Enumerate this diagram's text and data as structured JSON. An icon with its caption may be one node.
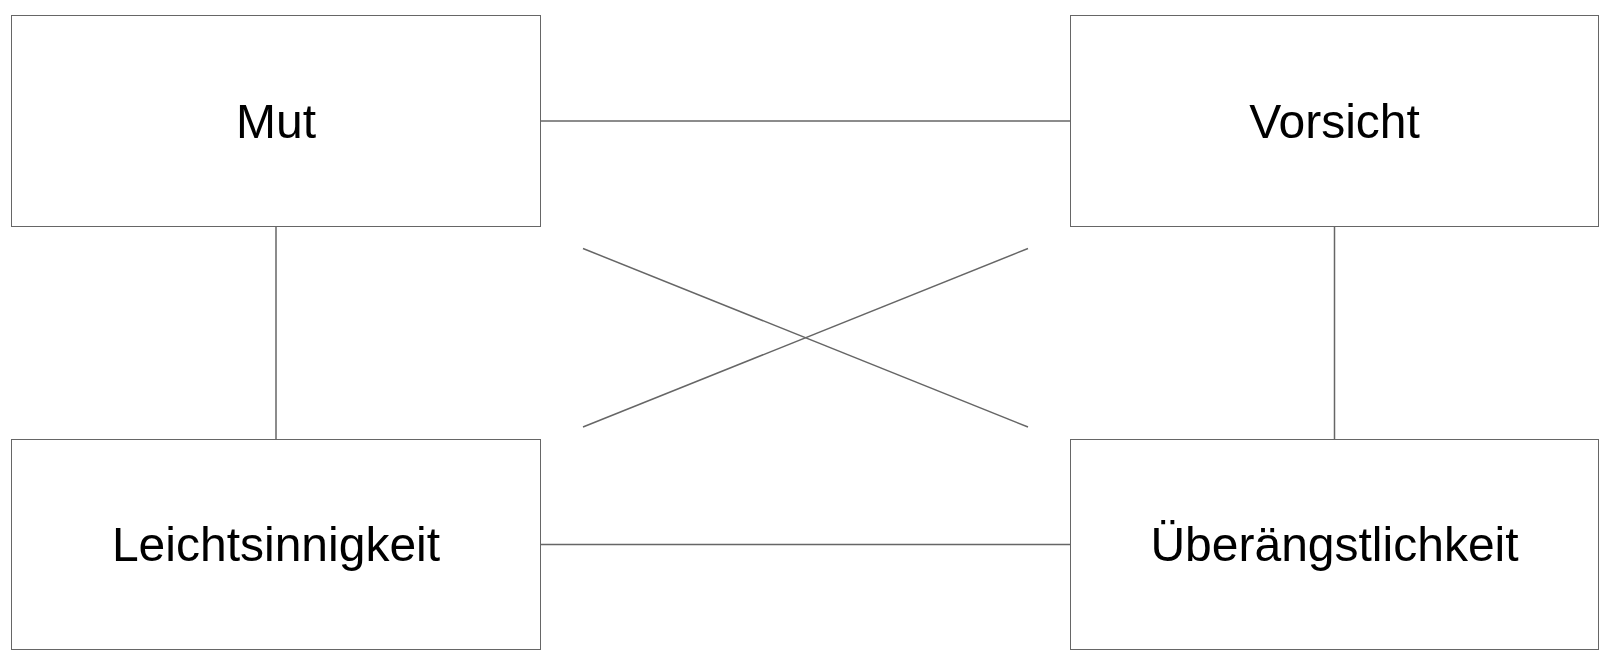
{
  "diagram": {
    "nodes": [
      {
        "text": [
          "Mut"
        ]
      },
      {
        "text": [
          "Vorsicht"
        ]
      },
      {
        "text": [
          "Leichtsinnigkeit"
        ]
      },
      {
        "text": [
          "Überängstlichkeit"
        ]
      }
    ],
    "edges": [
      {
        "from": 0,
        "to": 1,
        "arrow": "none"
      },
      {
        "from": 0,
        "to": 2,
        "arrow": "none"
      },
      {
        "from": 1,
        "to": 3,
        "arrow": "none"
      },
      {
        "from": 2,
        "to": 3,
        "arrow": "none"
      },
      {
        "from": 0,
        "to": 3,
        "arrow": "none"
      },
      {
        "from": 1,
        "to": 2,
        "arrow": "none"
      }
    ]
  }
}
